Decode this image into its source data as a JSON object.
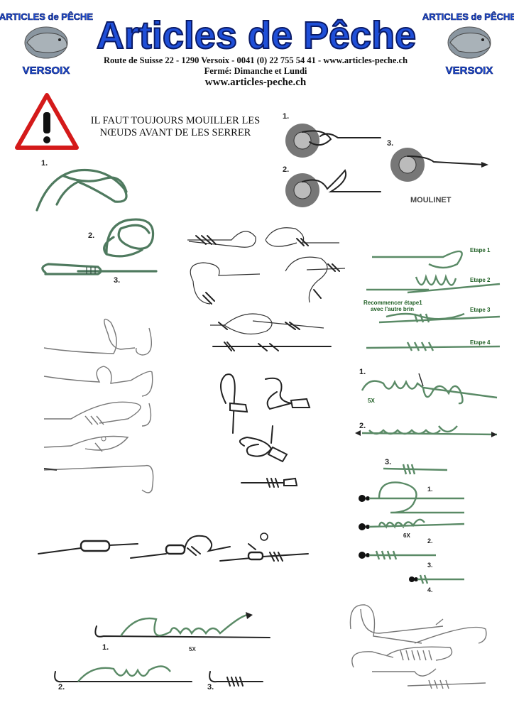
{
  "header": {
    "title": "Articles de Pêche",
    "address": "Route de Suisse 22 - 1290 Versoix - 0041 (0) 22 755 54 41 - www.articles-peche.ch",
    "closed": "Fermé: Dimanche et Lundi",
    "website": "www.articles-peche.ch",
    "logo_left": {
      "top_text": "ARTICLES de PÊCHE",
      "bottom_text": "VERSOIX"
    },
    "logo_right": {
      "top_text": "ARTICLES de PÊCHE",
      "bottom_text": "VERSOIX"
    },
    "colors": {
      "title_blue": "#1f4fd8",
      "title_outline": "#0a1a66"
    }
  },
  "warning": {
    "line1": "IL FAUT TOUJOURS MOUILLER LES",
    "line2": "NŒUDS AVANT DE LES SERRER",
    "icon": "warning-triangle-icon",
    "colors": {
      "border": "#d41a1a"
    }
  },
  "reel_knot": {
    "steps": [
      "1.",
      "2.",
      "3."
    ],
    "label": "MOULINET"
  },
  "loop_knot": {
    "steps": [
      "1.",
      "2.",
      "3."
    ]
  },
  "blood_knot": {
    "steps": [
      "Etape 1",
      "Etape 2",
      "Recommencer étape1",
      "avec l'autre brin",
      "Etape 3",
      "Etape 4"
    ]
  },
  "clinch_knot": {
    "steps": [
      "1.",
      "2.",
      "3."
    ],
    "turns": "5X"
  },
  "swivel_knot": {
    "steps": [
      "1.",
      "2.",
      "3.",
      "4."
    ],
    "turns": "6X"
  },
  "hook_knot": {
    "steps": [
      "1.",
      "2.",
      "3."
    ],
    "turns": "5X"
  }
}
